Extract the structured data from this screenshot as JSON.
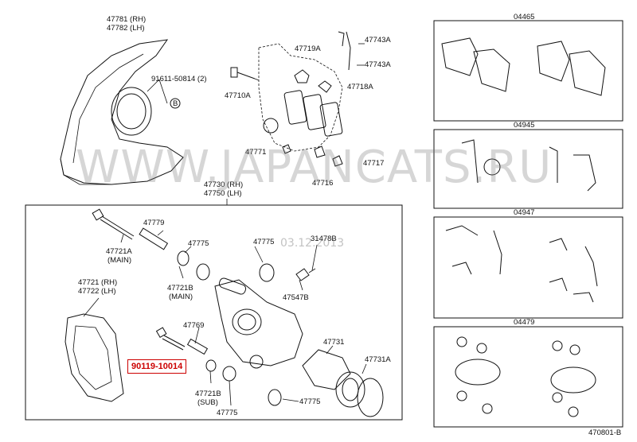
{
  "watermark": "WWW.JAPANCATS.RU",
  "date_stamp": "03.12.2013",
  "highlight_part": "90119-10014",
  "diagram_code": "470801-B",
  "labels": {
    "p47781": "47781 (RH)",
    "p47782": "47782 (LH)",
    "p91611": "91611-50814 (2)",
    "ref_b": "B",
    "p47743a_1": "47743A",
    "p47743a_2": "47743A",
    "p47719a": "47719A",
    "p47710a": "47710A",
    "p47718a": "47718A",
    "p47771": "47771",
    "p47717": "47717",
    "p47716": "47716",
    "p47730": "47730 (RH)",
    "p47750": "47750 (LH)",
    "p47779": "47779",
    "p47721a": "47721A",
    "p47721a_sub": "(MAIN)",
    "p47775_1": "47775",
    "p47775_2": "47775",
    "p31478b": "31478B",
    "p47721b_main": "47721B",
    "p47721b_main_sub": "(MAIN)",
    "p47547b": "47547B",
    "p47721": "47721 (RH)",
    "p47722": "47722 (LH)",
    "p47769": "47769",
    "p47731": "47731",
    "p47731a": "47731A",
    "p47721b_sub": "47721B",
    "p47721b_sub_sub": "(SUB)",
    "p47775_3": "47775",
    "p47775_4": "47775"
  },
  "kits": [
    {
      "code": "04465"
    },
    {
      "code": "04945"
    },
    {
      "code": "04947"
    },
    {
      "code": "04479"
    }
  ]
}
